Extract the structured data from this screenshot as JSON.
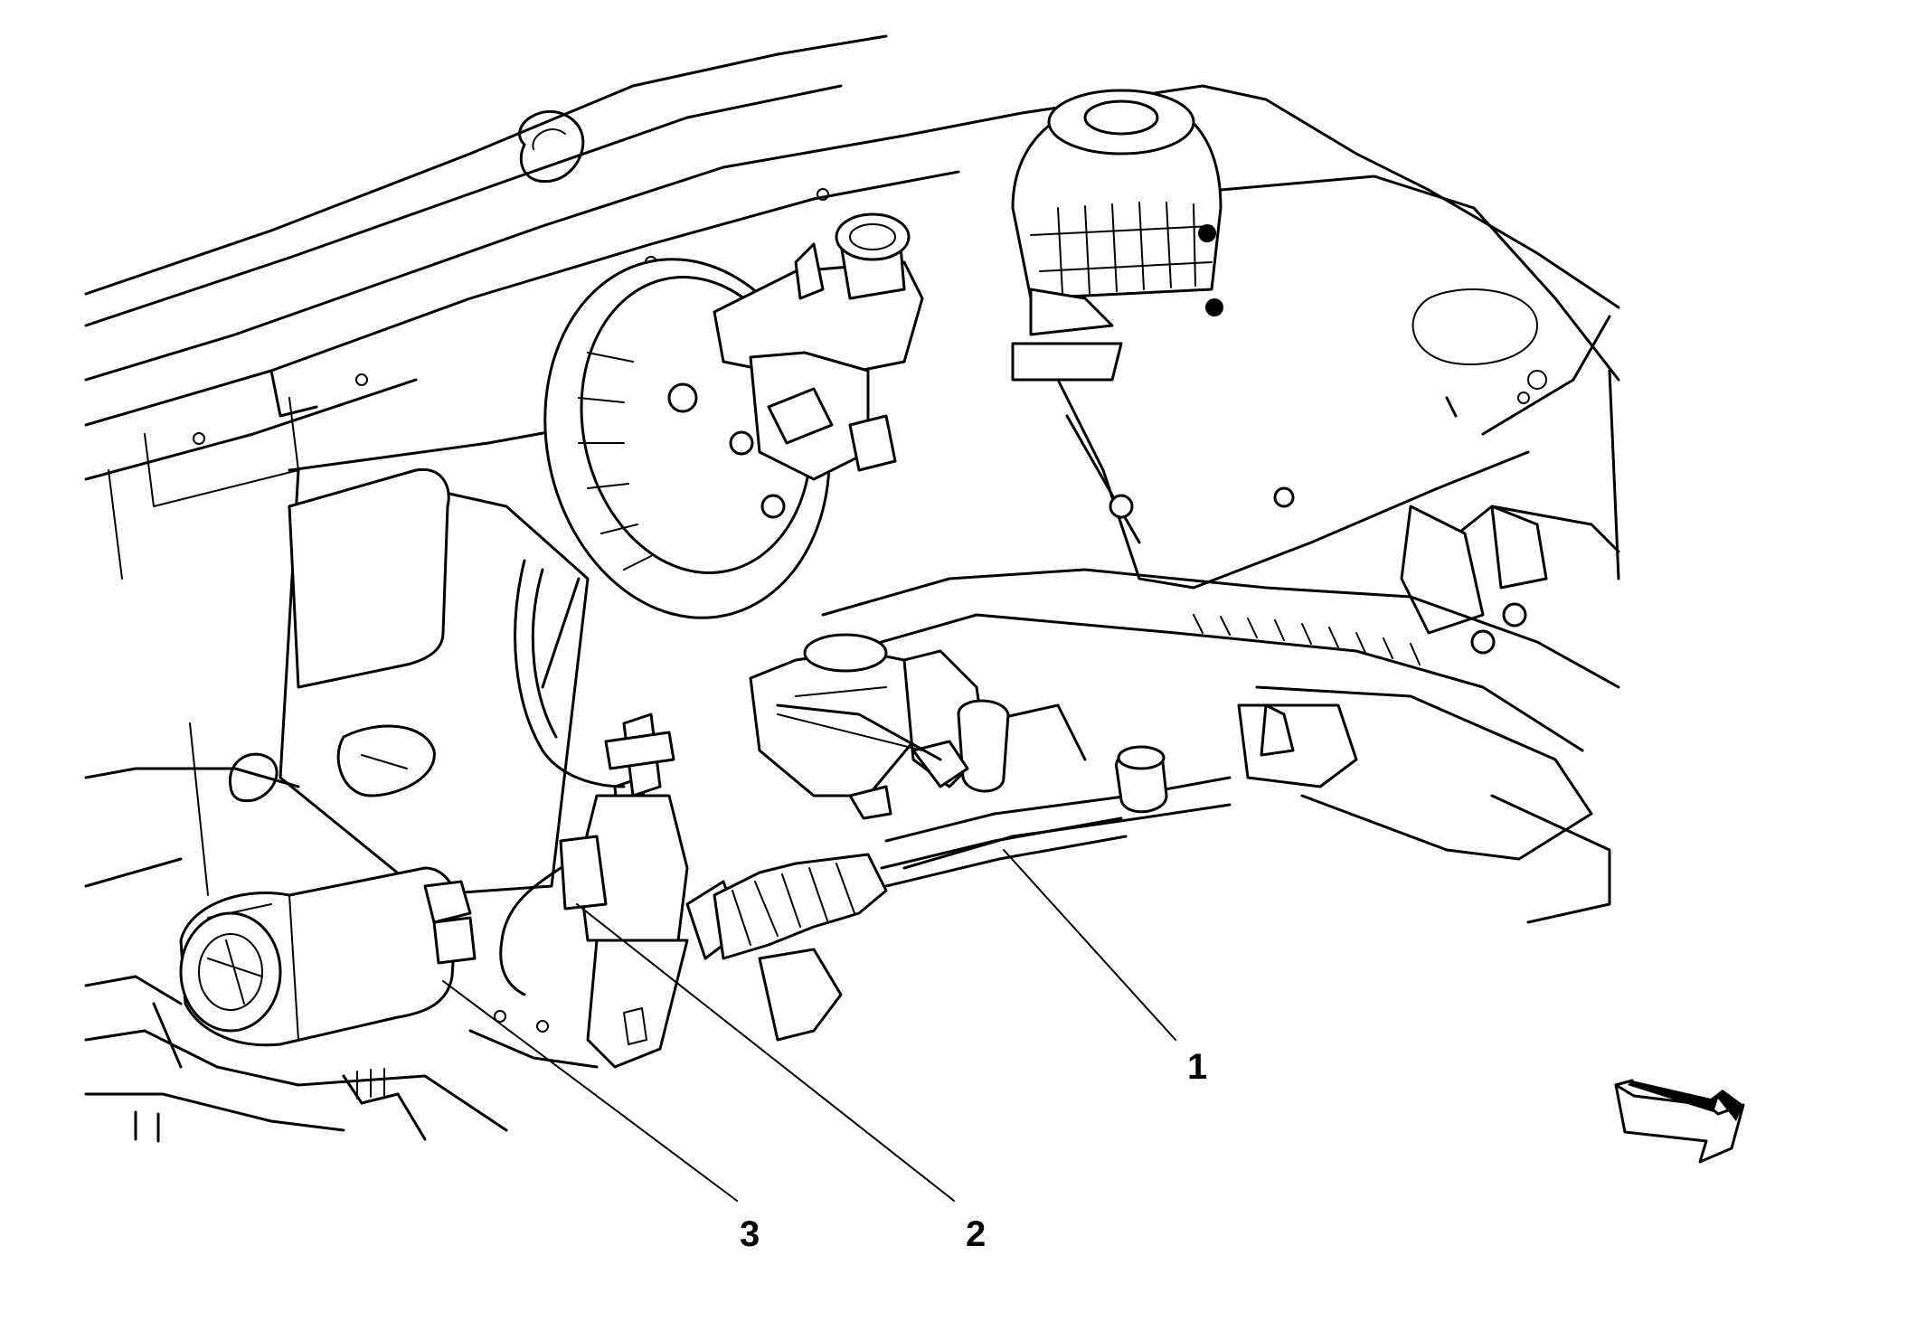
{
  "callouts": [
    {
      "id": "1",
      "label": "1"
    },
    {
      "id": "2",
      "label": "2"
    },
    {
      "id": "3",
      "label": "3"
    }
  ],
  "icons": {
    "direction_arrow": "forward-direction-arrow-icon"
  },
  "colors": {
    "ink": "#000000",
    "paper": "#ffffff"
  }
}
